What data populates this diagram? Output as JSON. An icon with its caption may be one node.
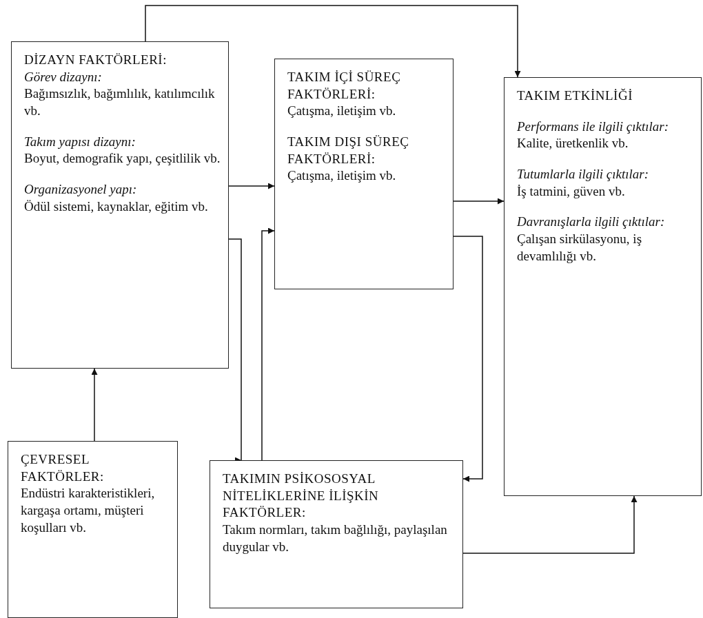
{
  "diagram": {
    "nodes": [
      {
        "text": [
          "DİZAYN FAKTÖRLERİ:",
          "Görev dizaynı:",
          "Bağımsızlık, bağımlılık, katılımcılık vb.",
          "Takım yapısı dizaynı:",
          "Boyut, demografik yapı, çeşitlilik vb.",
          "Organizasyonel yapı:",
          "Ödül sistemi, kaynaklar, eğitim vb."
        ]
      },
      {
        "text": [
          "TAKIM İÇİ SÜREÇ FAKTÖRLERİ:",
          "Çatışma, iletişim vb.",
          "TAKIM DIŞI SÜREÇ FAKTÖRLERİ:",
          "Çatışma, iletişim vb."
        ]
      },
      {
        "text": [
          "TAKIM ETKİNLİĞİ",
          "Performans ile ilgili çıktılar:",
          "Kalite, üretkenlik vb.",
          "Tutumlarla ilgili çıktılar:",
          "İş tatmini, güven vb.",
          "Davranışlarla ilgili çıktılar:",
          "Çalışan sirkülasyonu, iş devamlılığı vb."
        ]
      },
      {
        "text": [
          "ÇEVRESEL FAKTÖRLER:",
          "Endüstri karakteristikleri, kargaşa ortamı, müşteri koşulları vb."
        ]
      },
      {
        "text": [
          "TAKIMIN PSİKOSOSYAL NİTELİKLERİNE İLİŞKİN FAKTÖRLER:",
          "Takım normları, takım bağlılığı, paylaşılan duygular vb."
        ]
      }
    ],
    "edges": [
      {
        "from": 0,
        "to": 2,
        "arrow": "to"
      },
      {
        "from": 0,
        "to": 1,
        "arrow": "to"
      },
      {
        "from": 3,
        "to": 0,
        "arrow": "to"
      },
      {
        "from": 0,
        "to": 4,
        "arrow": "to"
      },
      {
        "from": 4,
        "to": 1,
        "arrow": "to"
      },
      {
        "from": 1,
        "to": 2,
        "arrow": "to"
      },
      {
        "from": 1,
        "to": 4,
        "arrow": "to"
      },
      {
        "from": 4,
        "to": 2,
        "arrow": "to"
      }
    ]
  }
}
